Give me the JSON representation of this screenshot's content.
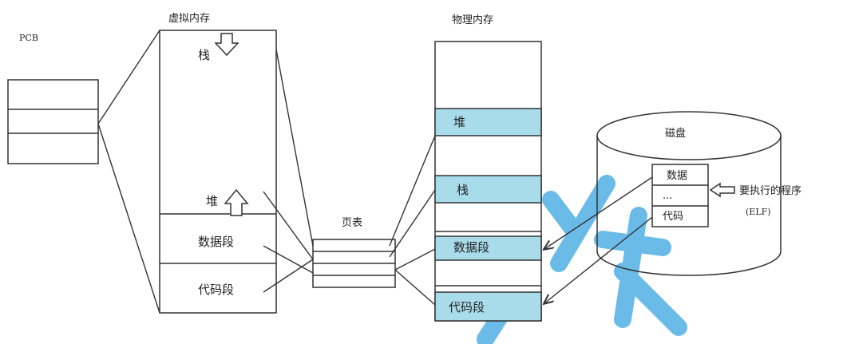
{
  "pcb": {
    "label": "PCB"
  },
  "virtual_memory": {
    "title": "虚拟内存",
    "stack": "栈",
    "heap": "堆",
    "data_segment": "数据段",
    "code_segment": "代码段"
  },
  "page_table": {
    "title": "页表"
  },
  "physical_memory": {
    "title": "物理内存",
    "heap": "堆",
    "stack": "栈",
    "data_segment": "数据段",
    "code_segment": "代码段",
    "highlight_color": "#a8dcea"
  },
  "disk": {
    "title": "磁盘",
    "rows": [
      "数据",
      "...",
      "代码"
    ],
    "program_label": "要执行的程序",
    "format_label": "(ELF)"
  },
  "colors": {
    "stroke": "#333333",
    "watermark": "#5ab4e6"
  }
}
